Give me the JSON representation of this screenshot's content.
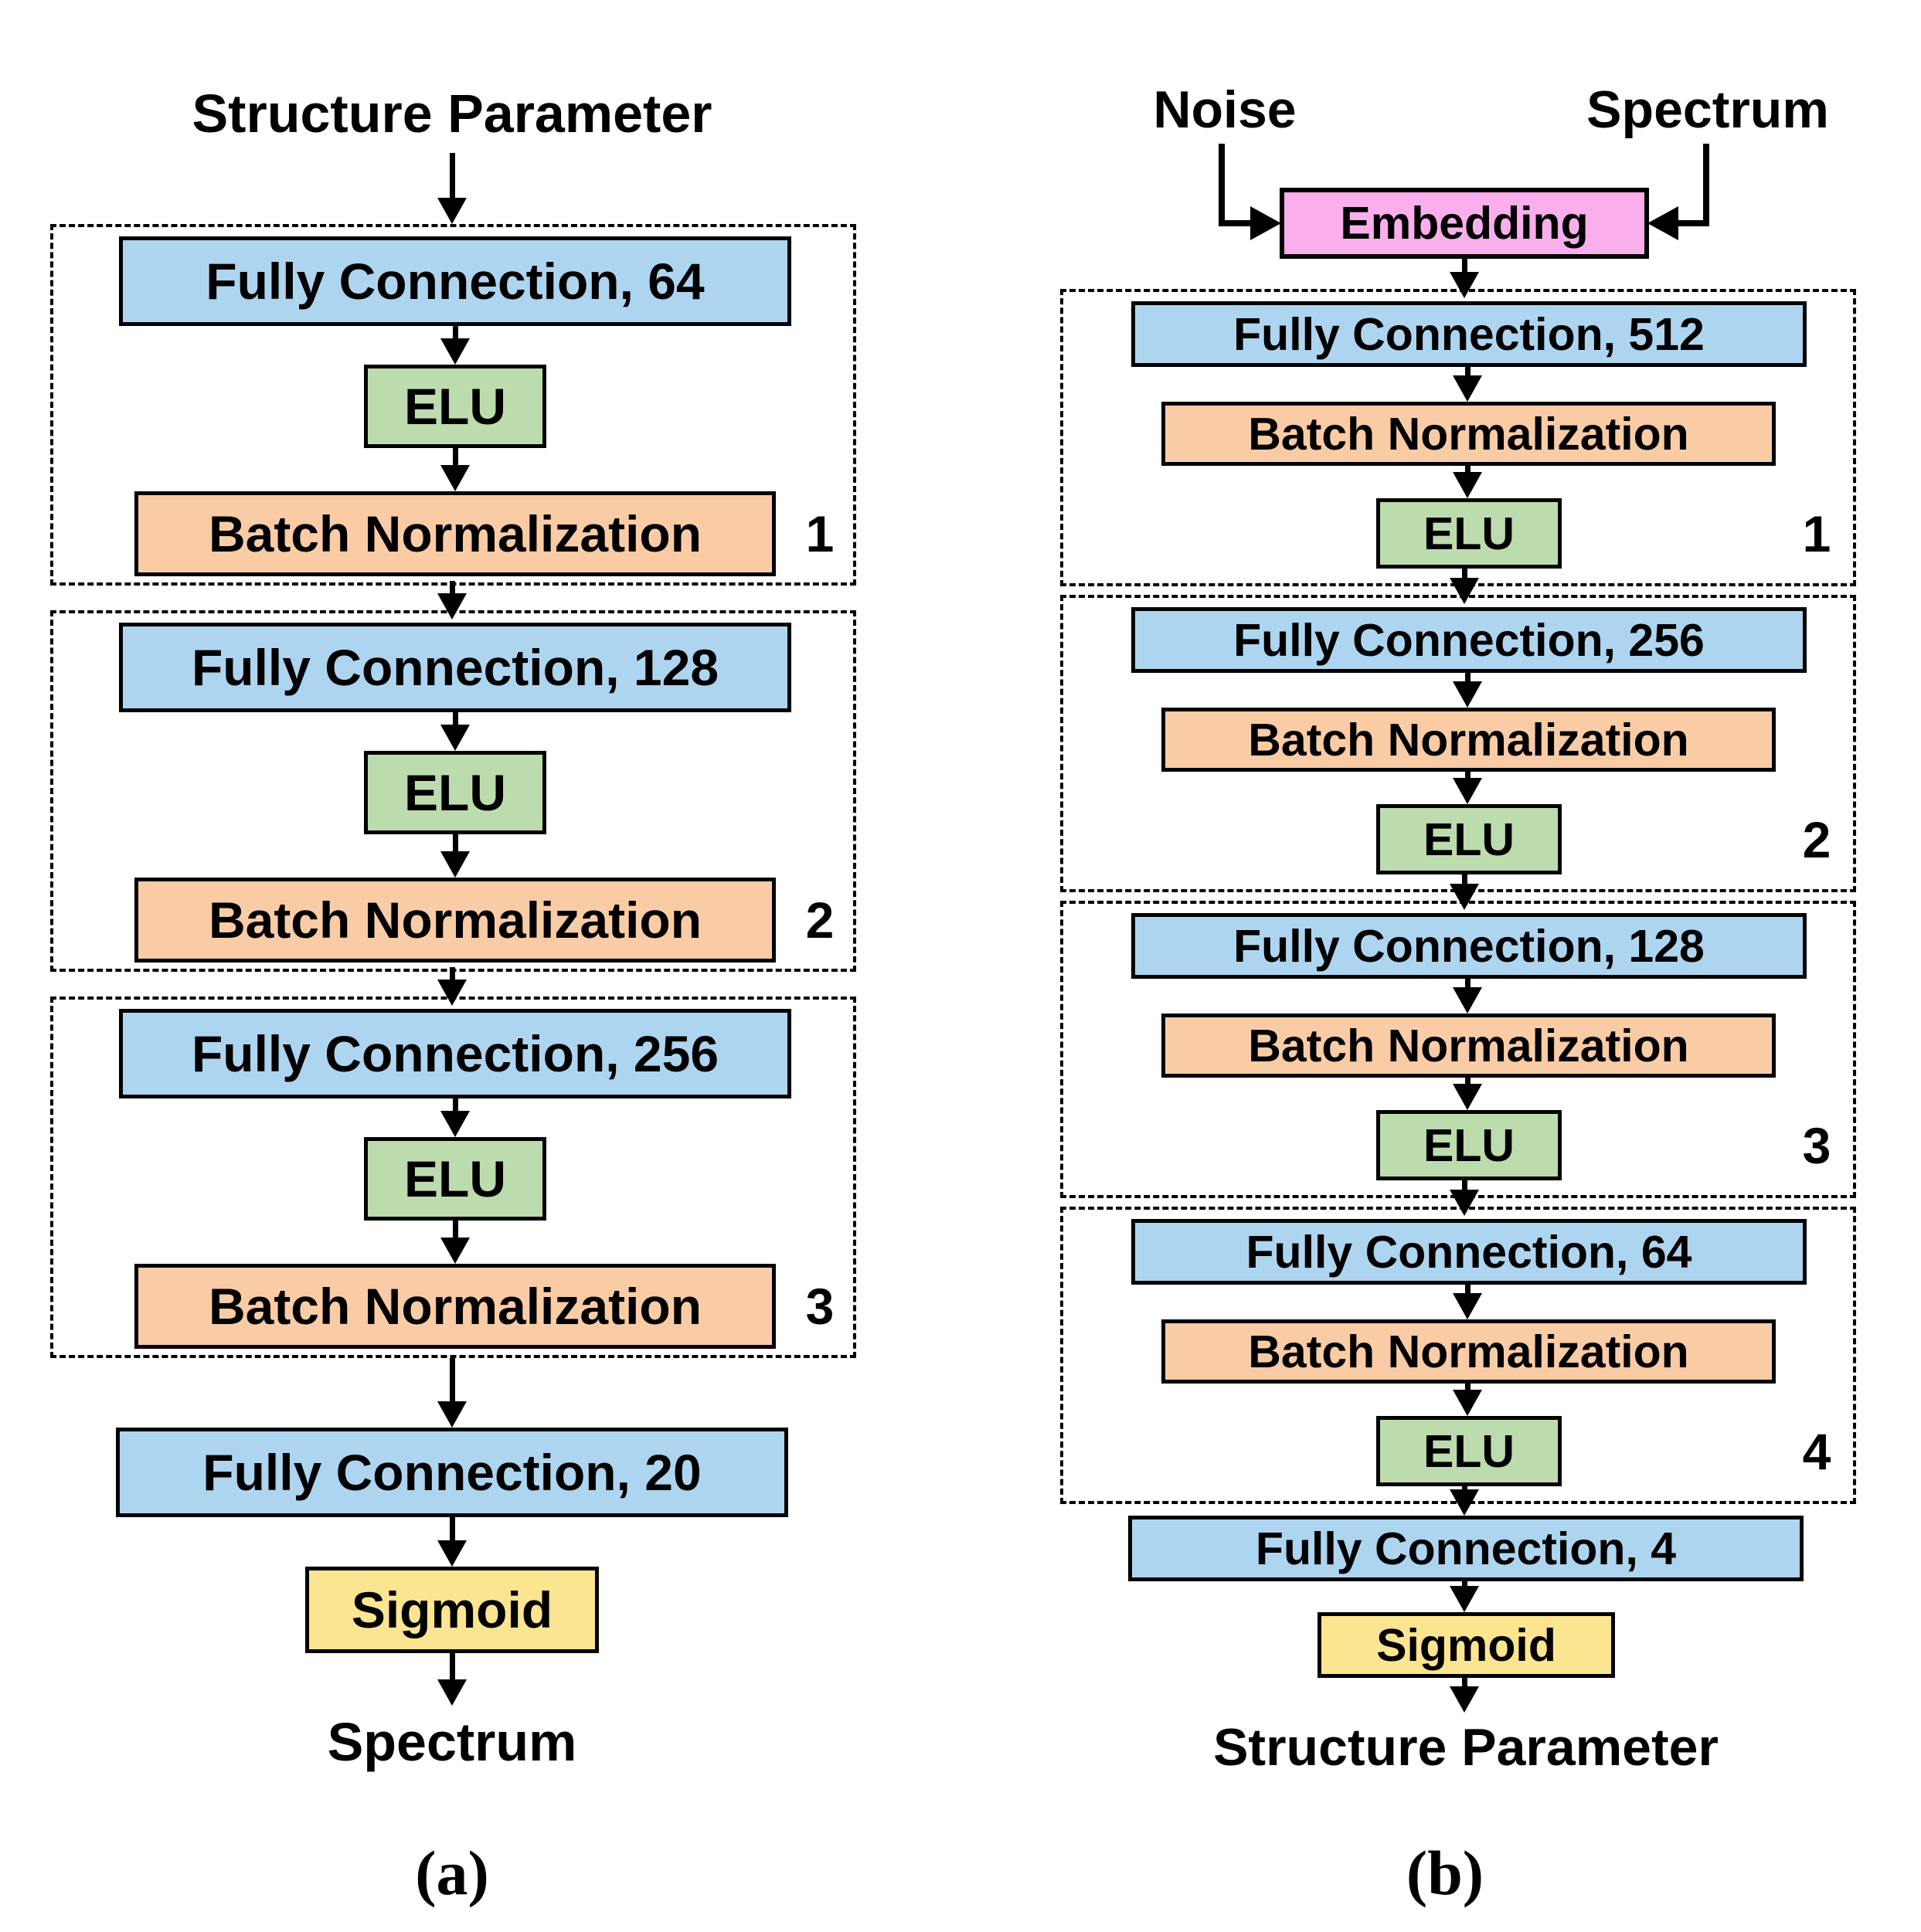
{
  "colors": {
    "fully_connection": "#AED5F0",
    "elu": "#BCDCAE",
    "batch_normalization": "#FACCA6",
    "sigmoid": "#FBE590",
    "embedding": "#FBAEEC"
  },
  "diagram_a": {
    "caption": "(a)",
    "input_label": "Structure Parameter",
    "output_label": "Spectrum",
    "blocks": [
      {
        "number": "1",
        "layers": [
          "Fully Connection, 64",
          "ELU",
          "Batch Normalization"
        ]
      },
      {
        "number": "2",
        "layers": [
          "Fully Connection, 128",
          "ELU",
          "Batch Normalization"
        ]
      },
      {
        "number": "3",
        "layers": [
          "Fully Connection, 256",
          "ELU",
          "Batch Normalization"
        ]
      }
    ],
    "output_layer": "Fully Connection, 20",
    "activation": "Sigmoid"
  },
  "diagram_b": {
    "caption": "(b)",
    "input_labels": [
      "Noise",
      "Spectrum"
    ],
    "embedding_label": "Embedding",
    "blocks": [
      {
        "number": "1",
        "layers": [
          "Fully Connection, 512",
          "Batch Normalization",
          "ELU"
        ]
      },
      {
        "number": "2",
        "layers": [
          "Fully Connection, 256",
          "Batch Normalization",
          "ELU"
        ]
      },
      {
        "number": "3",
        "layers": [
          "Fully Connection, 128",
          "Batch Normalization",
          "ELU"
        ]
      },
      {
        "number": "4",
        "layers": [
          "Fully Connection, 64",
          "Batch Normalization",
          "ELU"
        ]
      }
    ],
    "output_layer": "Fully Connection, 4",
    "activation": "Sigmoid",
    "output_label": "Structure Parameter"
  }
}
